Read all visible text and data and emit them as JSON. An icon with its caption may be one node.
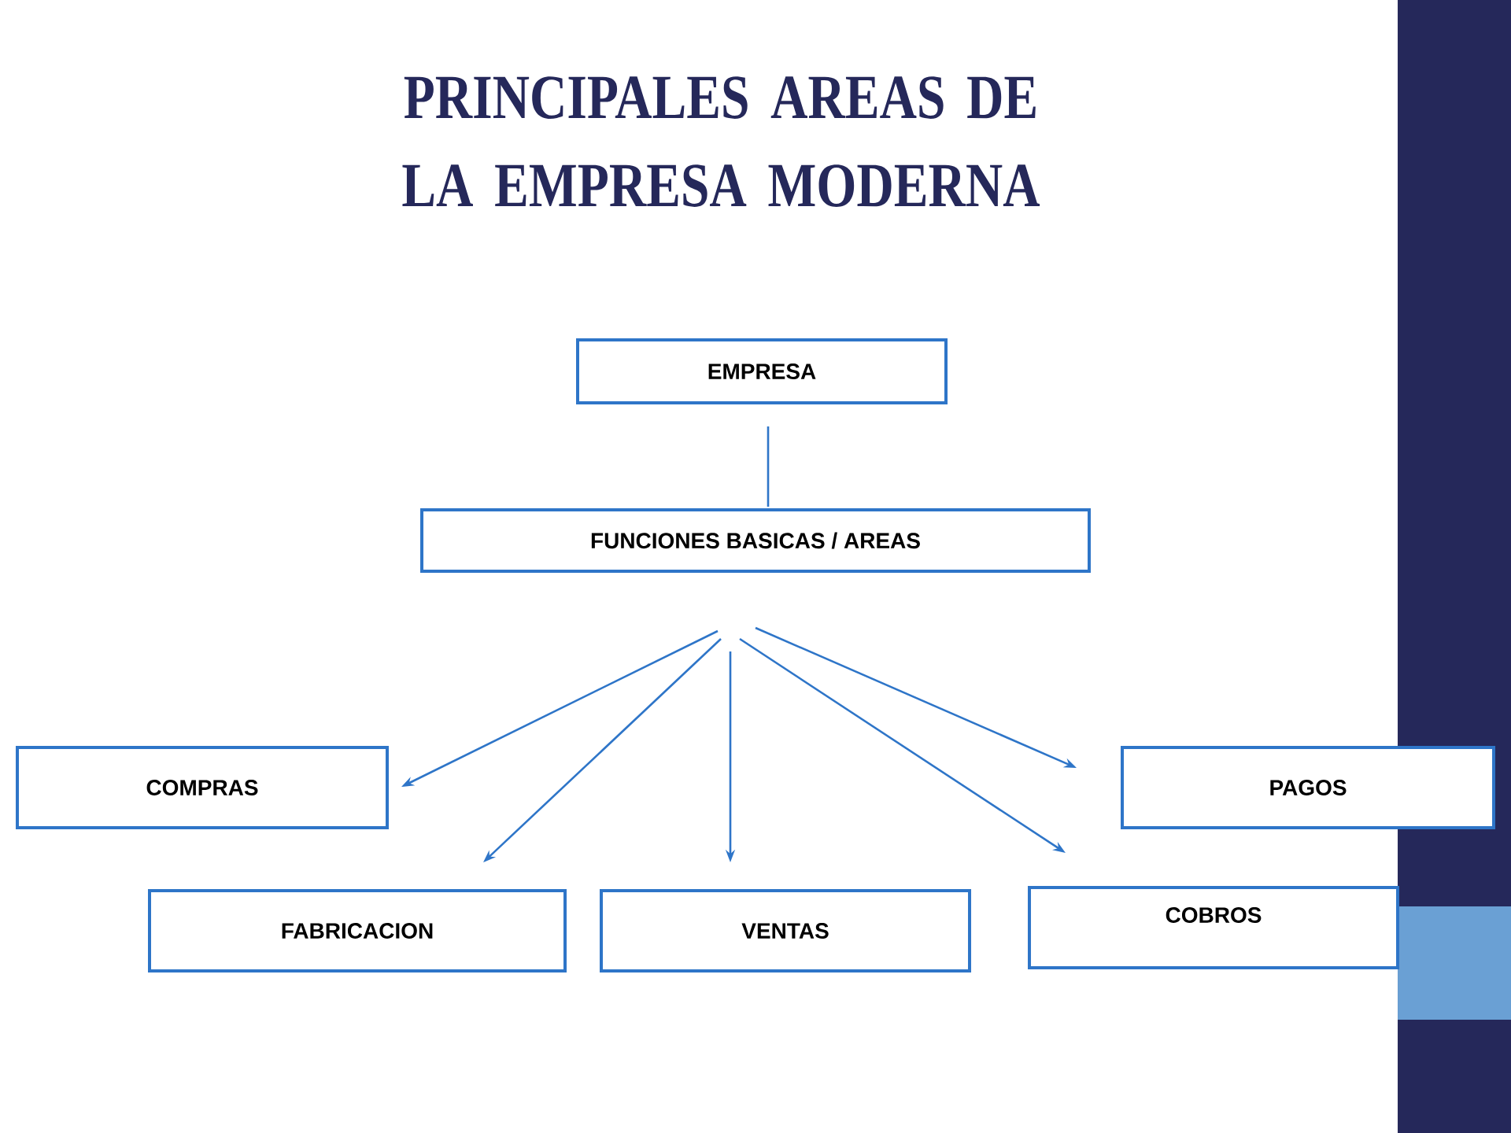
{
  "diagram": {
    "title": "PRINCIPALES AREAS DE LA EMPRESA MODERNA",
    "nodes": [
      {
        "text": [
          "EMPRESA"
        ]
      },
      {
        "text": [
          "FUNCIONES BASICAS / AREAS"
        ]
      },
      {
        "text": [
          "COMPRAS"
        ]
      },
      {
        "text": [
          "FABRICACION"
        ]
      },
      {
        "text": [
          "VENTAS"
        ]
      },
      {
        "text": [
          "COBROS"
        ]
      },
      {
        "text": [
          "PAGOS"
        ]
      }
    ],
    "edges": [
      {
        "from": 0,
        "to": 1,
        "arrow": "none"
      },
      {
        "from": 1,
        "to": 2,
        "arrow": "to"
      },
      {
        "from": 1,
        "to": 3,
        "arrow": "to"
      },
      {
        "from": 1,
        "to": 4,
        "arrow": "to"
      },
      {
        "from": 1,
        "to": 5,
        "arrow": "to"
      },
      {
        "from": 1,
        "to": 6,
        "arrow": "to"
      }
    ]
  }
}
